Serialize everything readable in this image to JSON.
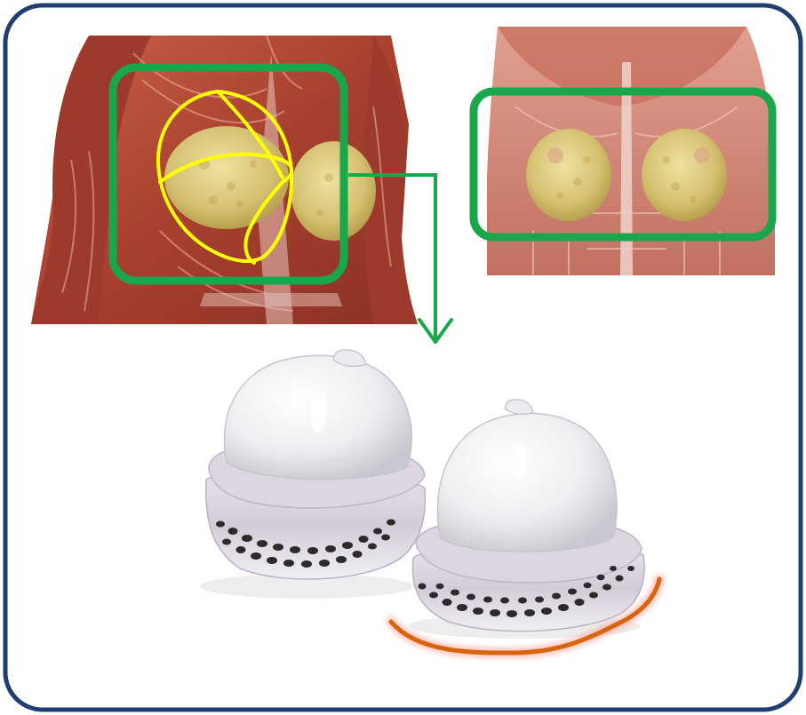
{
  "colors": {
    "frame_border": "#1f3f73",
    "highlight_box": "#1aa64a",
    "tissue_outline": "#ffff00",
    "pointer_arrow": "#1aa64a",
    "base_edge_line": "#d9640f",
    "muscle": "#b64a38",
    "muscle_dark": "#7a2a1e",
    "fat_tissue": "#d6c67a",
    "device_white": "#f4f4f6",
    "device_band": "#cfc8d4",
    "vent_hole": "#2b2b2b"
  },
  "icons": {
    "left_figure": "anatomy-oblique-chest-illustration",
    "right_figure": "anatomy-front-chest-illustration",
    "device": "vented-cup-pair"
  }
}
